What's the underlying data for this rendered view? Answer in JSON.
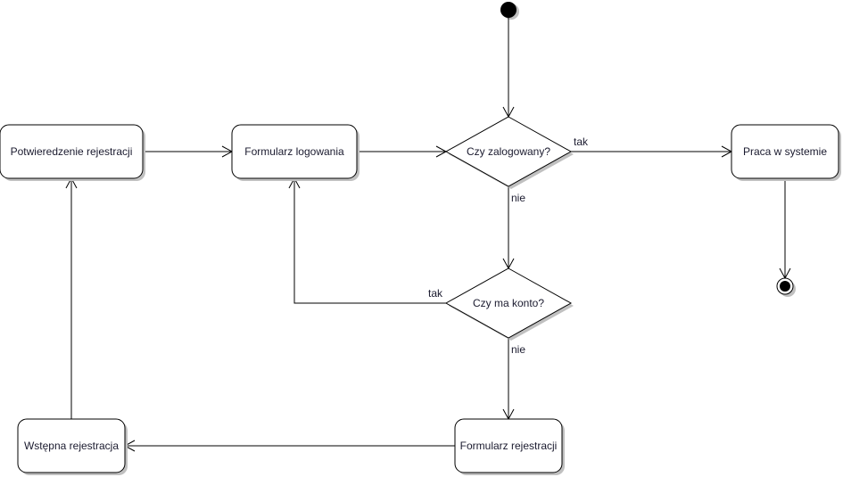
{
  "diagram": {
    "type": "uml-activity",
    "colors": {
      "line": "#000000",
      "shadow": "#c0c0c0",
      "fill": "#ffffff",
      "text": "#1a1a2e"
    },
    "nodes": {
      "start": {
        "kind": "initial"
      },
      "potwierdzenie": {
        "kind": "action",
        "label": "Potwieredzenie rejestracji"
      },
      "formularz_logowania": {
        "kind": "action",
        "label": "Formularz logowania"
      },
      "czy_zalogowany": {
        "kind": "decision",
        "label": "Czy zalogowany?"
      },
      "praca": {
        "kind": "action",
        "label": "Praca w systemie"
      },
      "end": {
        "kind": "final"
      },
      "czy_ma_konto": {
        "kind": "decision",
        "label": "Czy ma konto?"
      },
      "formularz_rejestracji": {
        "kind": "action",
        "label": "Formularz rejestracji"
      },
      "wstepna": {
        "kind": "action",
        "label": "Wstępna rejestracja"
      }
    },
    "edges": [
      {
        "from": "start",
        "to": "czy_zalogowany",
        "label": ""
      },
      {
        "from": "czy_zalogowany",
        "to": "praca",
        "label": "tak"
      },
      {
        "from": "czy_zalogowany",
        "to": "czy_ma_konto",
        "label": "nie"
      },
      {
        "from": "praca",
        "to": "end",
        "label": ""
      },
      {
        "from": "czy_ma_konto",
        "to": "formularz_logowania",
        "label": "tak"
      },
      {
        "from": "czy_ma_konto",
        "to": "formularz_rejestracji",
        "label": "nie"
      },
      {
        "from": "formularz_rejestracji",
        "to": "wstepna",
        "label": ""
      },
      {
        "from": "wstepna",
        "to": "potwierdzenie",
        "label": ""
      },
      {
        "from": "potwierdzenie",
        "to": "formularz_logowania",
        "label": ""
      },
      {
        "from": "formularz_logowania",
        "to": "czy_zalogowany",
        "label": ""
      }
    ],
    "edge_labels": {
      "zalogowany_tak": "tak",
      "zalogowany_nie": "nie",
      "konto_tak": "tak",
      "konto_nie": "nie"
    }
  }
}
